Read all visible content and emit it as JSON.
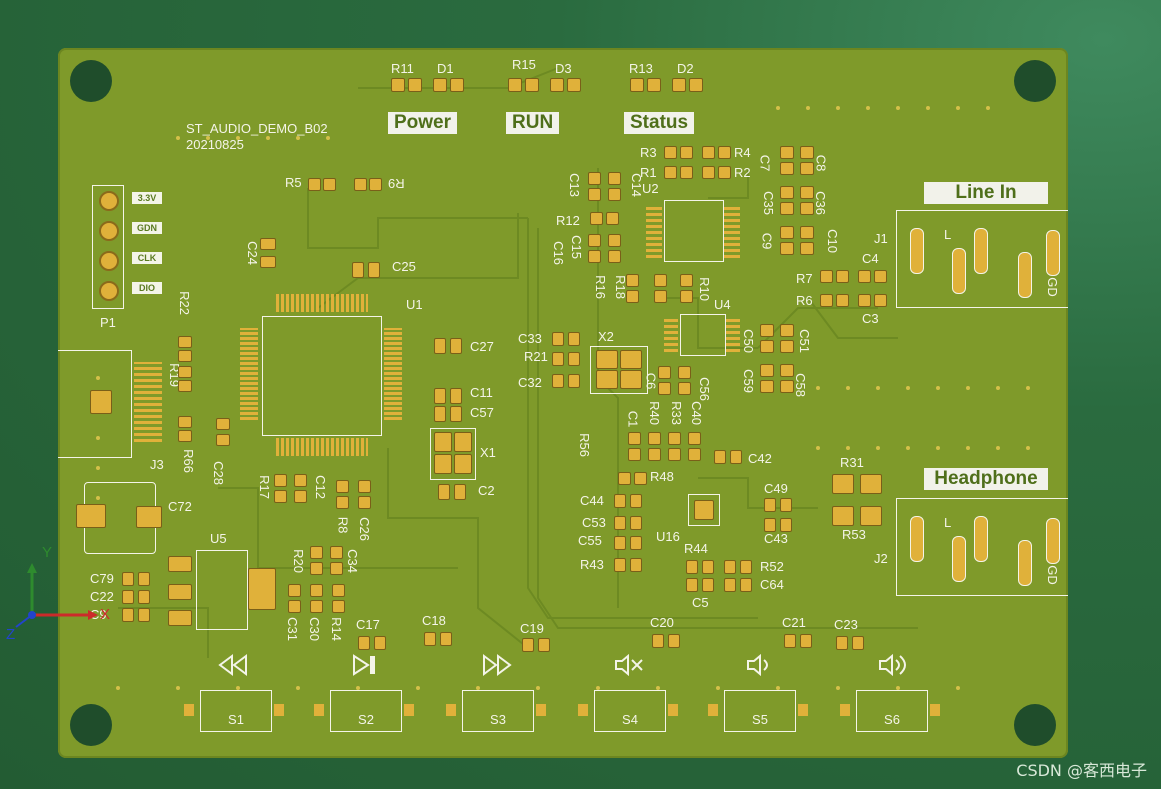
{
  "board": {
    "title_line1": "ST_AUDIO_DEMO_B02",
    "title_line2": "20210825",
    "led_labels": {
      "power": "Power",
      "run": "RUN",
      "status": "Status"
    },
    "jack_labels": {
      "line_in": "Line In",
      "headphone": "Headphone"
    },
    "header_tags": [
      "3.3V",
      "GDN",
      "CLK",
      "DIO"
    ],
    "designators": {
      "r11": "R11",
      "d1": "D1",
      "r15": "R15",
      "d3": "D3",
      "r13": "R13",
      "d2": "D2",
      "r5": "R5",
      "r9": "R9",
      "p1": "P1",
      "c24": "C24",
      "c25": "C25",
      "u1": "U1",
      "r22": "R22",
      "r19": "R19",
      "r66": "R66",
      "j3": "J3",
      "c28": "C28",
      "r17": "R17",
      "c12": "C12",
      "r8": "R8",
      "c26": "C26",
      "c27": "C27",
      "c11": "C11",
      "c57": "C57",
      "x1": "X1",
      "c2": "C2",
      "c72": "C72",
      "u5": "U5",
      "c79": "C79",
      "c22": "C22",
      "c9": "C9",
      "r20": "R20",
      "c34": "C34",
      "c31": "C31",
      "c30": "C30",
      "r14": "R14",
      "c17": "C17",
      "c18": "C18",
      "c19": "C19",
      "c20": "C20",
      "c21": "C21",
      "c23": "C23",
      "r3": "R3",
      "r4": "R4",
      "r1": "R1",
      "r2": "R2",
      "u2": "U2",
      "c13": "C13",
      "c14": "C14",
      "r12": "R12",
      "c15": "C15",
      "c16": "C16",
      "r16": "R16",
      "r18": "R18",
      "r10": "R10",
      "c7": "C7",
      "c8": "C8",
      "c35": "C35",
      "c36": "C36",
      "c10": "C10",
      "c9b": "C9",
      "j1": "J1",
      "r7": "R7",
      "c4": "C4",
      "r6": "R6",
      "c3": "C3",
      "u4": "U4",
      "c33": "C33",
      "x2": "X2",
      "r21": "R21",
      "c32": "C32",
      "c6": "C6",
      "r40": "R40",
      "r33": "R33",
      "c56": "C56",
      "c40": "C40",
      "c1": "C1",
      "c50": "C50",
      "c51": "C51",
      "c59": "C59",
      "c58": "C58",
      "r56": "R56",
      "c42": "C42",
      "r48": "R48",
      "c44": "C44",
      "c53": "C53",
      "c55": "C55",
      "u16": "U16",
      "r44": "R44",
      "r43": "R43",
      "r52": "R52",
      "c64": "C64",
      "c5": "C5",
      "c49": "C49",
      "c43": "C43",
      "r31": "R31",
      "r53": "R53",
      "j2": "J2",
      "gd": "GD",
      "l": "L",
      "s1": "S1",
      "s2": "S2",
      "s3": "S3",
      "s4": "S4",
      "s5": "S5",
      "s6": "S6"
    }
  },
  "axes": {
    "x": "X",
    "y": "Y",
    "z": "Z"
  },
  "watermark": "CSDN @客西电子",
  "colors": {
    "background": "#2a6b3f",
    "board": "#7f9a2a",
    "silkscreen": "#f4f4e8",
    "pad": "#e0b13a",
    "label_text": "#4f6f1a"
  }
}
